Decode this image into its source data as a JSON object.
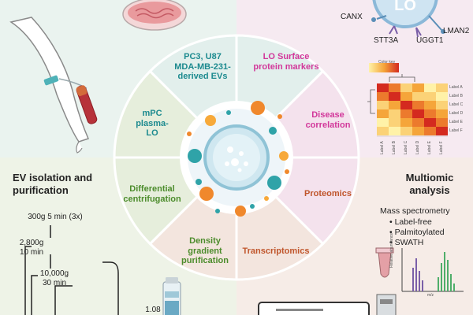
{
  "wheel": {
    "segments": [
      {
        "id": "evs",
        "text": "PC3, U87\nMDA-MB-231-\nderived EVs",
        "color": "#1c8a8f"
      },
      {
        "id": "lo_surface",
        "text": "LO Surface\nprotein markers",
        "color": "#d2379a"
      },
      {
        "id": "disease",
        "text": "Disease\ncorrelation",
        "color": "#d2379a"
      },
      {
        "id": "proteomics",
        "text": "Proteomics",
        "color": "#c0562c"
      },
      {
        "id": "transcriptomics",
        "text": "Transcriptomics",
        "color": "#c0562c"
      },
      {
        "id": "density",
        "text": "Density\ngradient\npurification",
        "color": "#4c8c2c"
      },
      {
        "id": "differential",
        "text": "Differential\ncentrifugation",
        "color": "#4c8c2c"
      },
      {
        "id": "mpc",
        "text": "mPC\nplasma-\nLO",
        "color": "#1c8a8f"
      }
    ]
  },
  "lo_diagram": {
    "label": "LO",
    "proteins": [
      "CANX",
      "LMAN2",
      "STT3A",
      "UGGT1"
    ]
  },
  "heatmap": {
    "key_label": "Color key",
    "row_labels": [
      "Label A",
      "Label B",
      "Label C",
      "Label D",
      "Label E",
      "Label F"
    ],
    "col_labels": [
      "Label A",
      "Label B",
      "Label C",
      "Label D",
      "Label E",
      "Label F"
    ]
  },
  "ev_isolation": {
    "title": "EV isolation and\npurification",
    "steps": [
      "300g 5 min (3x)",
      "2,800g\n10 min",
      "10,000g\n30 min"
    ],
    "density_value": "1.08"
  },
  "multiomic": {
    "title": "Multiomic\nanalysis",
    "subtitle": "Mass spectrometry",
    "items": [
      "Label-free",
      "Palmitoylated",
      "SWATH"
    ],
    "spectrum_ylabel": "Relative abundance",
    "spectrum_xlabel": "m/z"
  },
  "colors": {
    "teal": "#1c8a8f",
    "magenta": "#d2379a",
    "orange": "#c0562c",
    "green": "#4c8c2c"
  }
}
